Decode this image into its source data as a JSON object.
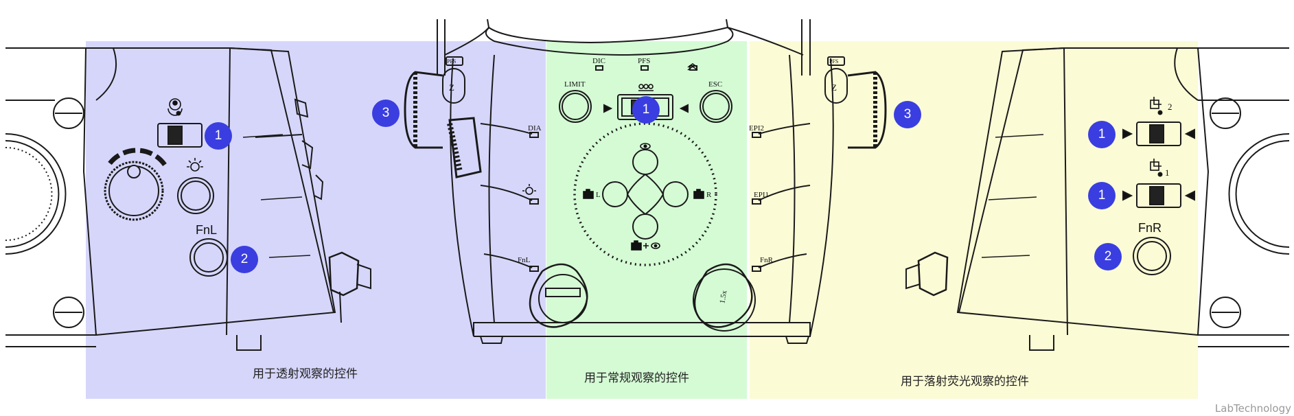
{
  "zones": {
    "transmitted": {
      "color": "#d6d6fb",
      "caption": "用于透射观察的控件"
    },
    "normal": {
      "color": "#d5fbd5",
      "caption": "用于常规观察的控件"
    },
    "epi": {
      "color": "#fbfbd6",
      "caption": "用于落射荧光观察的控件"
    }
  },
  "callouts": {
    "left_1": "1",
    "left_2": "2",
    "mid_3": "3",
    "center_1": "1",
    "right_3": "3",
    "right_1a": "1",
    "right_1b": "1",
    "right_2": "2"
  },
  "labels": {
    "fnl_big": "FnL",
    "fnr_big": "FnR",
    "dic": "DIC",
    "pfs": "PFS",
    "limit": "LIMIT",
    "esc": "ESC",
    "dia": "DIA",
    "fnl_small": "FnL",
    "epi2": "EPI2",
    "epi1": "EPI1",
    "fnr_small": "FnR",
    "cam_l": "L",
    "cam_r": "R",
    "zoom": "1.5x",
    "shutter2": "2",
    "shutter1": "1",
    "z_left": "Z",
    "z_right": "Z",
    "tag_left": "PFS",
    "tag_right": "PFS"
  },
  "icons": [
    "aperture-rotate-icon",
    "lamp-icon",
    "z-arrows-icon",
    "eye-icon",
    "camera-icon",
    "shutter-icon",
    "arrow-left-icon",
    "arrow-right-icon",
    "turret-icon"
  ],
  "watermark": "LabTechnology"
}
